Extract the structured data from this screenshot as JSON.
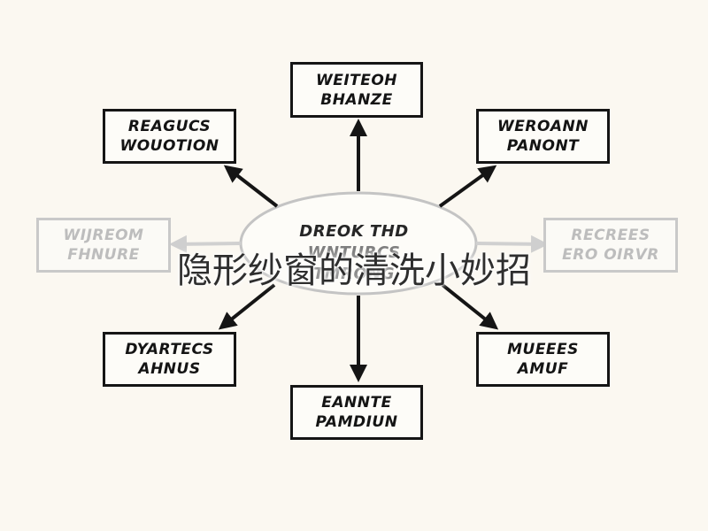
{
  "diagram": {
    "center": {
      "line1": "DREOK THD",
      "line2": "WNTURCS TMRONG"
    },
    "nodes": {
      "top": [
        "WEITEOH",
        "BHANZE"
      ],
      "top_left": [
        "REAGUCS",
        "WOUOTION"
      ],
      "top_right": [
        "WEROANN",
        "PANONT"
      ],
      "mid_left": [
        "WIJREOM",
        "FHNURE"
      ],
      "mid_right": [
        "RECREES",
        "ERO OIRVR"
      ],
      "bottom_left": [
        "DYARTECS",
        "AHNUS"
      ],
      "bottom": [
        "EANNTE",
        "PAMDIUN"
      ],
      "bottom_right": [
        "MUEEES",
        "AMUF"
      ]
    }
  },
  "overlay_title": "隐形纱窗的清洗小妙招",
  "colors": {
    "stroke": "#151515",
    "faded": "#c9c9c9",
    "background": "#fbf8f1"
  }
}
